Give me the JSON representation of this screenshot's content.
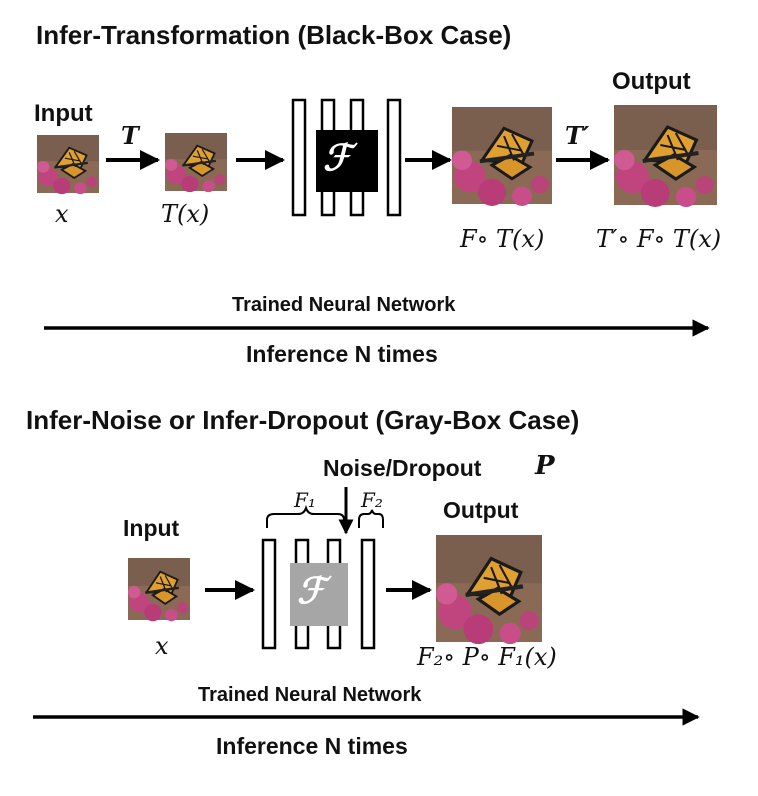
{
  "top": {
    "title": "Infer-Transformation (Black-Box Case)",
    "input_label": "Input",
    "output_label": "Output",
    "t_label": "T",
    "t_prime_label": "T′",
    "x_label": "x",
    "tx_label": "T(x)",
    "f_tx_label": "F∘ T(x)",
    "tp_f_tx_label": "T′∘ F∘ T(x)",
    "network_symbol": "ℱ",
    "trained_label": "Trained Neural Network",
    "inference_label": "Inference N times"
  },
  "bottom": {
    "title": "Infer-Noise or Infer-Dropout (Gray-Box Case)",
    "noise_label": "Noise/Dropout",
    "p_label": "P",
    "f1_label": "F₁",
    "f2_label": "F₂",
    "input_label": "Input",
    "output_label": "Output",
    "x_label": "x",
    "formula_label": "F₂∘ P∘ F₁(x)",
    "network_symbol": "ℱ",
    "trained_label": "Trained Neural Network",
    "inference_label": "Inference N times"
  },
  "colors": {
    "black_box_fill": "#000000",
    "gray_box_fill": "#a6a6a6",
    "butterfly_bg": "#8a6a55",
    "flowers": "#c0457f"
  }
}
